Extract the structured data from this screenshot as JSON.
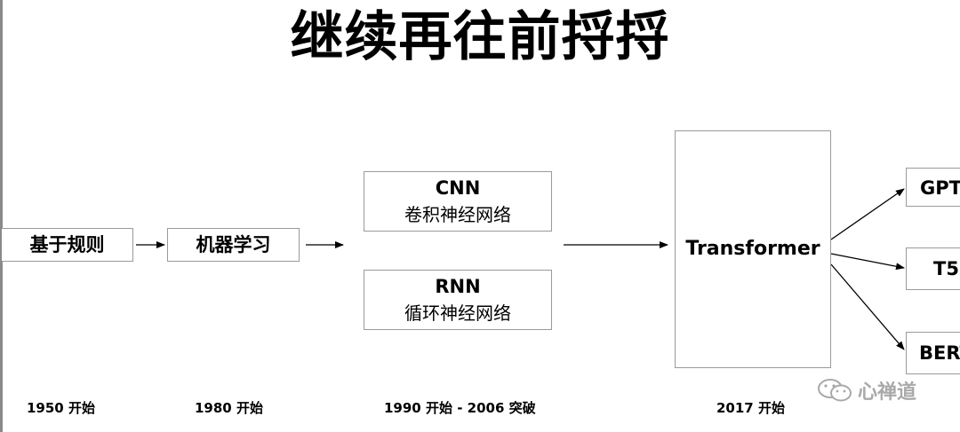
{
  "title": "继续再往前捋捋",
  "boxes": {
    "rules": "基于规则",
    "ml": "机器学习",
    "cnn": {
      "name": "CNN",
      "desc": "卷积神经网络"
    },
    "rnn": {
      "name": "RNN",
      "desc": "循环神经网络"
    },
    "transformer": "Transformer",
    "gpt": "GPT",
    "t5": "T5",
    "bert": "BERT"
  },
  "timeline": {
    "t1950": "1950 开始",
    "t1980": "1980 开始",
    "t1990": "1990 开始 - 2006 突破",
    "t2017": "2017 开始"
  },
  "watermark": {
    "text": "心禅道",
    "icon": "wechat-icon",
    "color": "#a9a9a9"
  },
  "colors": {
    "border": "#9a9a9a",
    "arrow": "#000000"
  }
}
